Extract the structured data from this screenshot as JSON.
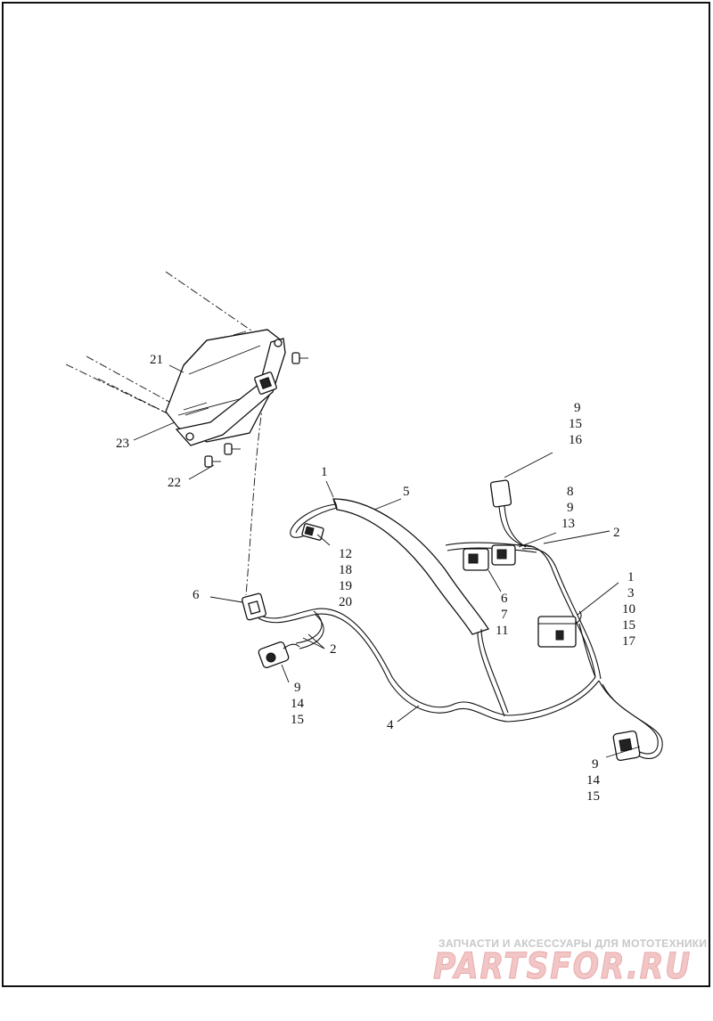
{
  "callouts": {
    "c21": "21",
    "c23": "23",
    "c22": "22",
    "c1a": "1",
    "c5": "5",
    "c12": "12",
    "c18": "18",
    "c19": "19",
    "c20": "20",
    "c6a": "6",
    "c2a": "2",
    "c9a": "9",
    "c14a": "14",
    "c15a": "15",
    "c4": "4",
    "c9b": "9",
    "c15b": "15",
    "c16": "16",
    "c8": "8",
    "c9c": "9",
    "c13": "13",
    "c2b": "2",
    "c6b": "6",
    "c7": "7",
    "c11": "11",
    "c1b": "1",
    "c3": "3",
    "c10": "10",
    "c15c": "15",
    "c17": "17",
    "c9d": "9",
    "c14b": "14",
    "c15d": "15"
  },
  "watermark": {
    "tagline": "ЗАПЧАСТИ И АКСЕССУАРЫ ДЛЯ МОТОТЕХНИКИ",
    "logo": "PARTSFOR.RU"
  }
}
